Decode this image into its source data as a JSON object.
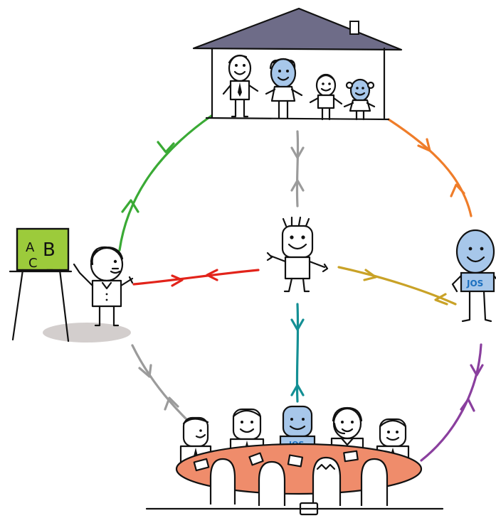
{
  "board_letters": [
    "A",
    "B",
    "C",
    "_"
  ],
  "badge_text": "JOS",
  "colors": {
    "green": "#3aaa35",
    "orange": "#ef7d2a",
    "gray": "#9b9b9b",
    "red": "#e2231a",
    "gold": "#c9a227",
    "teal": "#138f94",
    "purple": "#8a3f9e",
    "roof": "#6e6c88",
    "blue_face": "#a7c7ea",
    "chalkboard": "#9ccb3b",
    "table": "#ef8c6b",
    "shadow": "#d3cecd"
  },
  "figures": {
    "house": "family-in-house",
    "center": "child",
    "left": "teacher-at-chalkboard",
    "right": "jos-worker",
    "bottom": "meeting-at-table"
  }
}
